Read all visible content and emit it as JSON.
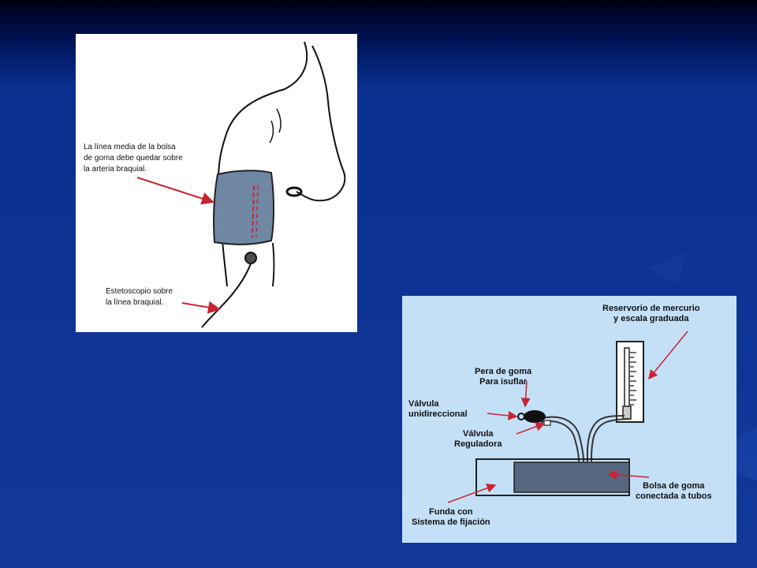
{
  "arm_diagram": {
    "label_midline": "La línea media de la bolsa\nde goma debe quedar sobre\nla arteria braquial.",
    "label_stethoscope": "Estetoscopio sobre\nla línea braquial."
  },
  "device_diagram": {
    "label_reservoir": "Reservorio de mercurio\ny escala graduada",
    "label_bulb": "Pera de goma\nPara isuflar",
    "label_valve_one_way": "Válvula\nunidireccional",
    "label_valve_regulator": "Válvula\nReguladora",
    "label_rubber_bag": "Bolsa de goma\nconectada a tubos",
    "label_cover": "Funda con\nSistema de fijación"
  },
  "colors": {
    "background": "#12389a",
    "arrow": "#cc2233",
    "cuff": "#6f87a3",
    "device_panel": "#c4e0f7",
    "rubber_bag": "#56677f"
  }
}
